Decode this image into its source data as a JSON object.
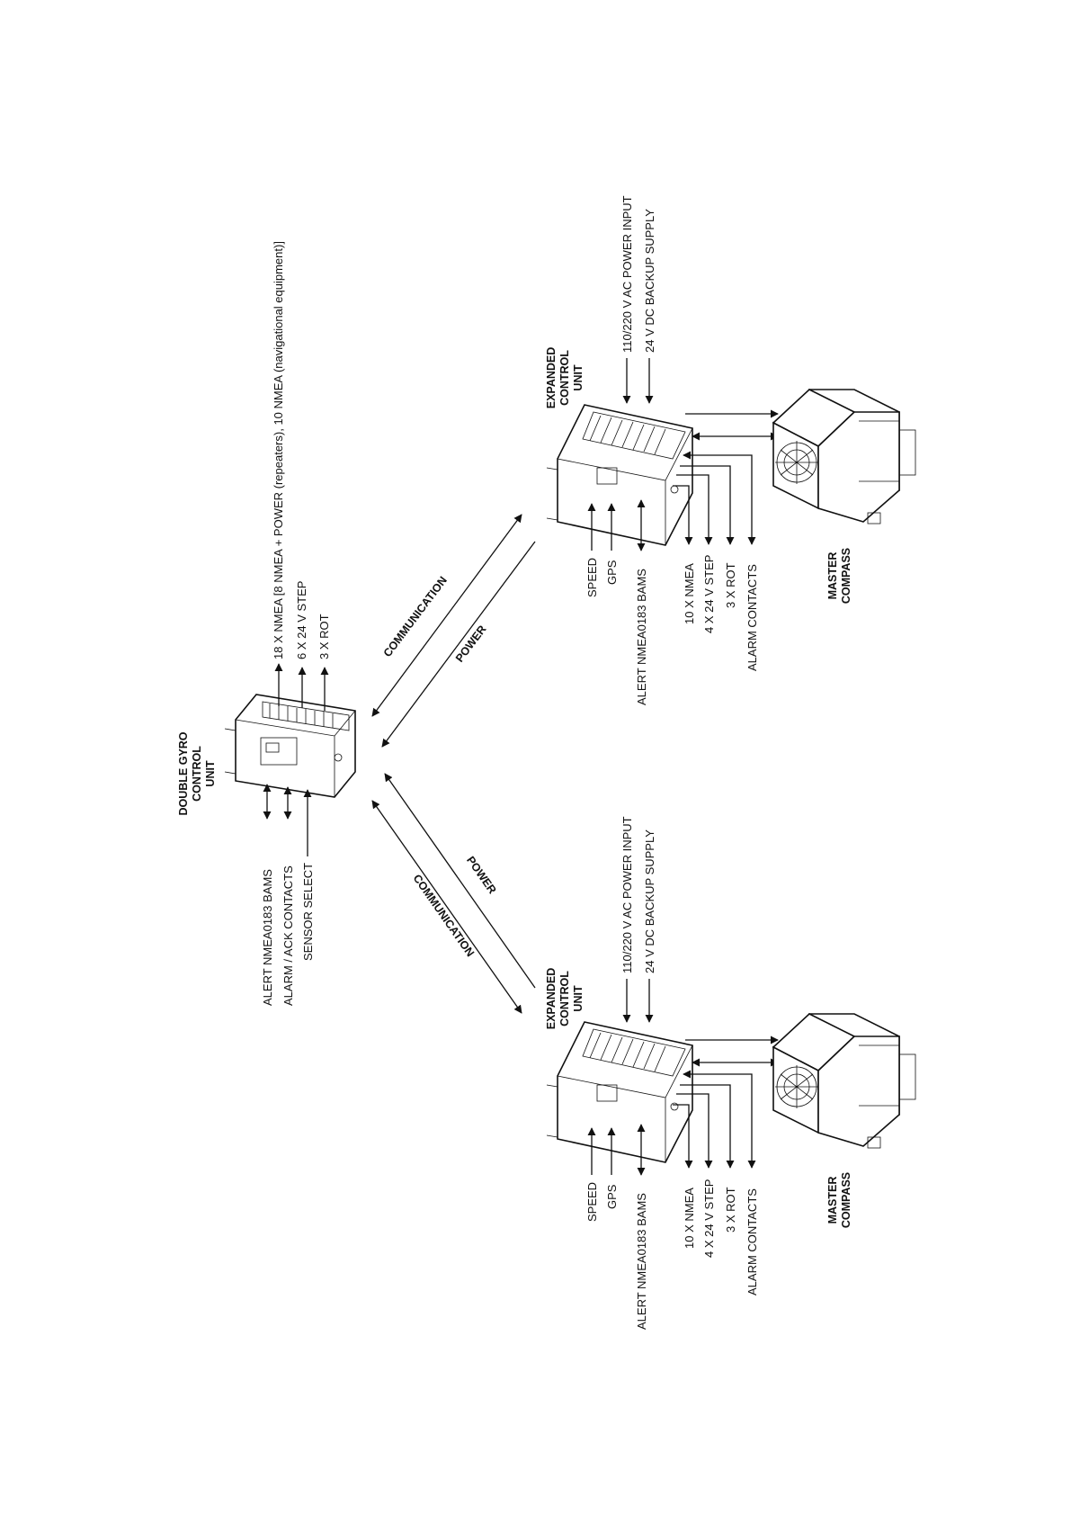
{
  "units": {
    "double_gyro": {
      "title": [
        "DOUBLE GYRO",
        "CONTROL",
        "UNIT"
      ],
      "outputs": [
        "18 X NMEA [8 NMEA + POWER (repeaters), 10 NMEA (navigational equipment)]",
        "6 X 24 V STEP",
        "3 X ROT"
      ],
      "inputs": [
        "ALERT NMEA0183 BAMS",
        "ALARM / ACK CONTACTS",
        "SENSOR SELECT"
      ]
    },
    "expanded_top": {
      "title": [
        "EXPANDED",
        "CONTROL",
        "UNIT"
      ],
      "power_inputs": [
        "110/220 V AC POWER INPUT",
        "24 V DC BACKUP SUPPLY"
      ],
      "inputs": [
        "SPEED",
        "GPS",
        "ALERT NMEA0183 BAMS"
      ],
      "outputs": [
        "10 X NMEA",
        "4 X 24 V STEP",
        "3 X ROT",
        "ALARM CONTACTS"
      ]
    },
    "expanded_bottom": {
      "title": [
        "EXPANDED",
        "CONTROL",
        "UNIT"
      ],
      "power_inputs": [
        "110/220 V AC POWER INPUT",
        "24 V DC BACKUP SUPPLY"
      ],
      "inputs": [
        "SPEED",
        "GPS",
        "ALERT NMEA0183 BAMS"
      ],
      "outputs": [
        "10 X NMEA",
        "4 X 24 V STEP",
        "3 X ROT",
        "ALARM CONTACTS"
      ]
    },
    "master_top": {
      "title": [
        "MASTER",
        "COMPASS"
      ]
    },
    "master_bottom": {
      "title": [
        "MASTER",
        "COMPASS"
      ]
    }
  },
  "links": {
    "top": {
      "communication": "COMMUNICATION",
      "power": "POWER"
    },
    "bottom": {
      "communication": "COMMUNICATION",
      "power": "POWER"
    }
  }
}
